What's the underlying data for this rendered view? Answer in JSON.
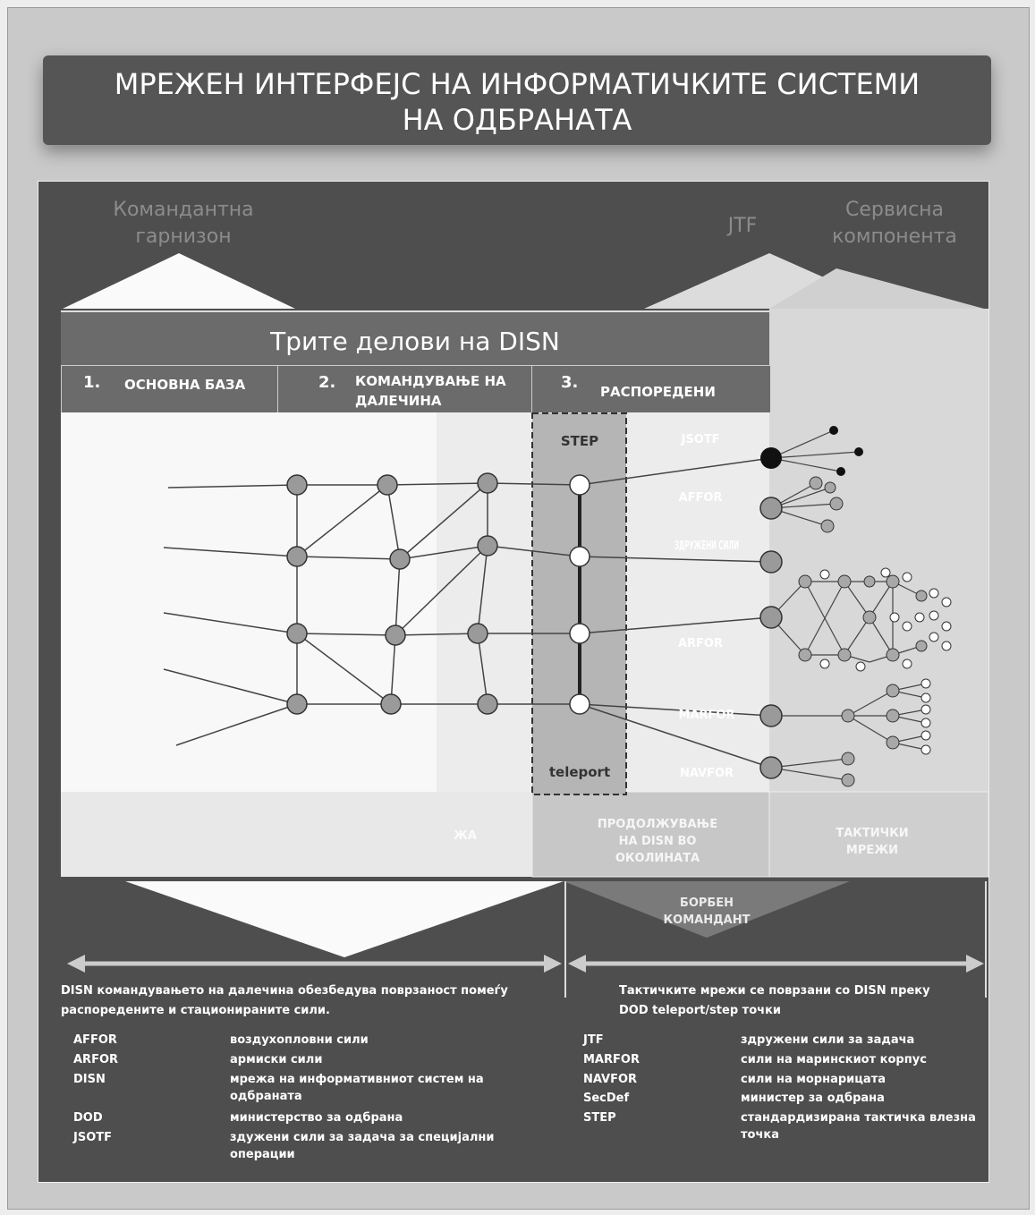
{
  "title_line1": "МРЕЖЕН ИНТЕРФЕЈС НА ИНФОРМАТИЧКИТЕ СИСТЕМИ",
  "title_line2": "НА ОДБРАНАТА",
  "headings": {
    "commandant": "Командантна гарнизон",
    "jtf": "JTF",
    "service": "Сервисна компонента"
  },
  "diagram_title": "Трите делови на DISN",
  "columns": [
    {
      "num": "1.",
      "label": "ОСНОВНА БАЗА"
    },
    {
      "num": "2.",
      "label": "КОМАНДУВАЊЕ НА ДАЛЕЧИНА"
    },
    {
      "num": "3.",
      "label": "РАСПОРЕДЕНИ"
    }
  ],
  "step_label": "STEP",
  "teleport_label": "teleport",
  "forces": [
    "JSOTF",
    "AFFOR",
    "ЗДРУЖЕНИ СИЛИ",
    "ARFOR",
    "MARFOR",
    "NAVFOR"
  ],
  "bottom_labels": {
    "remote": "ЖА",
    "extension": "ПРОДОЛЖУВАЊЕ НА DISN ВО ОКОЛИНАТА",
    "tactical": "ТАКТИЧКИ МРЕЖИ",
    "combat": "БОРБЕН КОМАНДАНТ"
  },
  "desc_left": "DISN командувањето на далечина обезбедува поврзаност помеѓу распоредените и стационираните сили.",
  "desc_right": "Тактичките мрежи се поврзани со DISN преку DOD teleport/step точки",
  "glossary_left": [
    {
      "term": "AFFOR",
      "def": "воздухопловни сили"
    },
    {
      "term": "ARFOR",
      "def": "армиски сили"
    },
    {
      "term": "DISN",
      "def": "мрежа на информативниот систем на одбраната"
    },
    {
      "term": "DOD",
      "def": "министерство за одбрана"
    },
    {
      "term": "JSOTF",
      "def": "здужени сили за задача за специјални операции"
    }
  ],
  "glossary_right": [
    {
      "term": "JTF",
      "def": "здружени сили за задача"
    },
    {
      "term": "MARFOR",
      "def": "сили на маринскиот корпус"
    },
    {
      "term": "NAVFOR",
      "def": "сили на морнарицата"
    },
    {
      "term": "SecDef",
      "def": "министер за одбрана"
    },
    {
      "term": "STEP",
      "def": "стандардизирана тактичка влезна точка"
    }
  ]
}
